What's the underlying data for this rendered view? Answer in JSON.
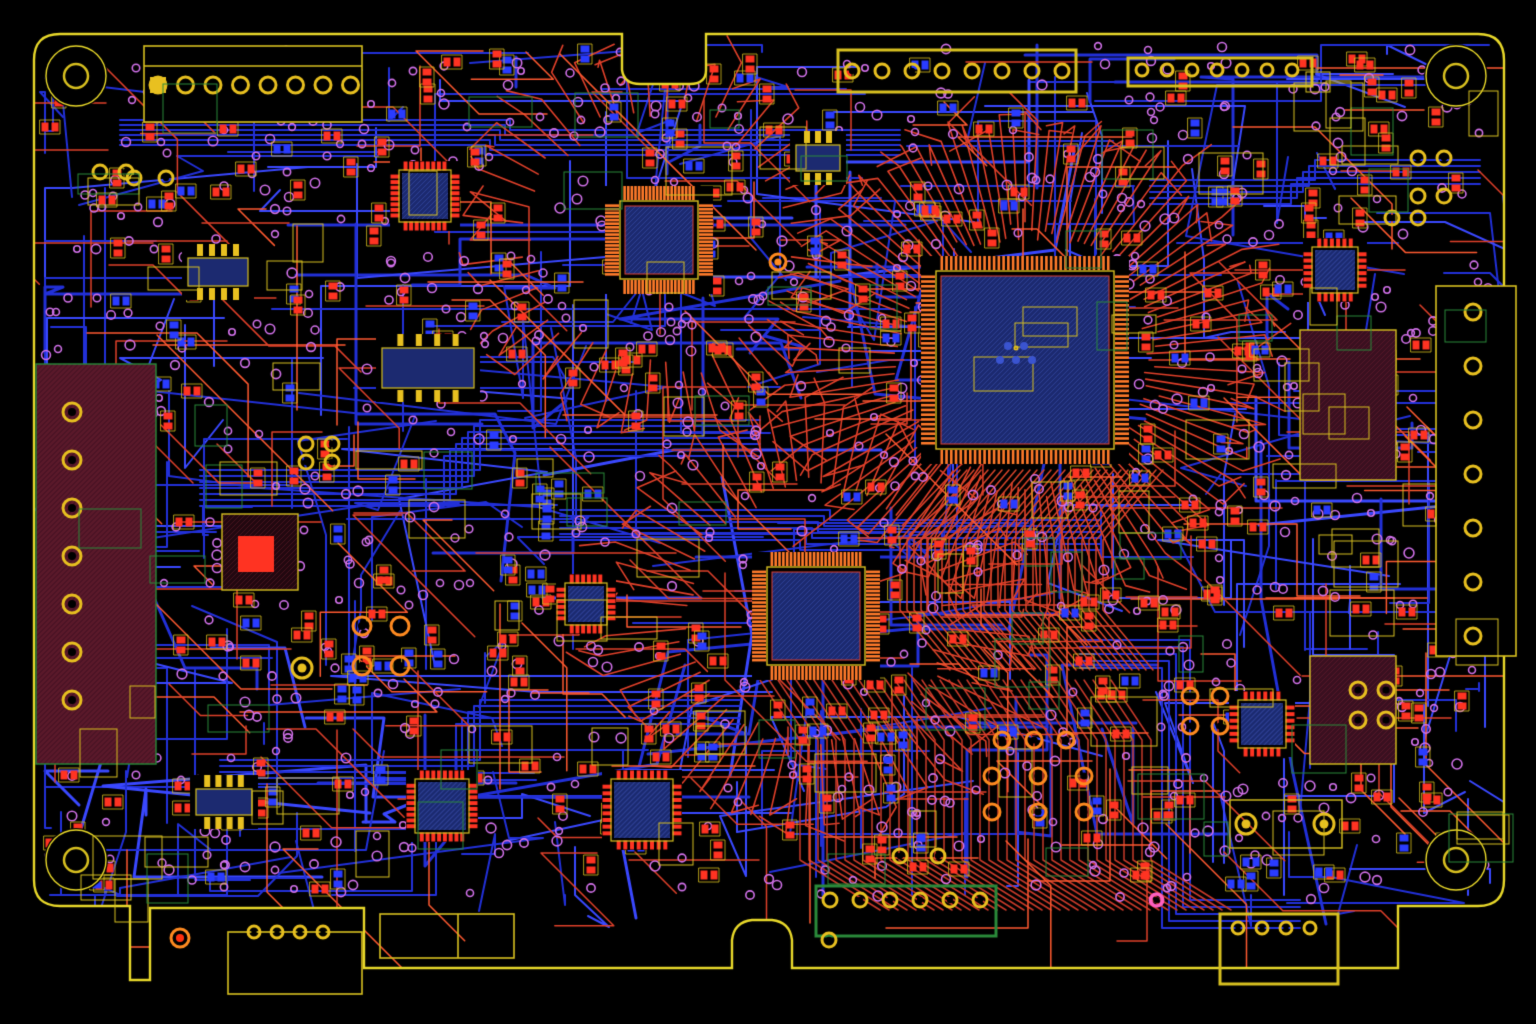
{
  "theme": {
    "background": "#000000",
    "outline": "#e8d82a",
    "silkscreen": "#d8c020",
    "top_copper": "#ff3322",
    "top_trace": "#e0402a",
    "bottom_copper": "#2a3cff",
    "bottom_trace": "#2230d8",
    "via": "#d070e8",
    "pad_gold": "#e8c020",
    "pad_orange": "#ff8a20",
    "pad_magenta": "#ff60c0",
    "ic_body": "#1c2a70",
    "connector_body": "#3a1020",
    "outline_green": "#2a8a3a"
  },
  "board": {
    "shape": "rounded-rectangle-with-notches",
    "mounting_holes": 4
  },
  "components": [
    {
      "name": "main-processor",
      "type": "qfp",
      "pins_per_side": 36
    },
    {
      "name": "secondary-mcu",
      "type": "qfp",
      "pins_per_side": 24
    },
    {
      "name": "tertiary-mcu",
      "type": "qfp",
      "pins_per_side": 20
    },
    {
      "name": "qfn-chip-bottom-left",
      "type": "qfn",
      "pins_per_side": 8
    },
    {
      "name": "qfn-chip-bottom-center",
      "type": "qfn",
      "pins_per_side": 8
    },
    {
      "name": "qfn-chip-top-left",
      "type": "qfn",
      "pins_per_side": 8
    }
  ],
  "connectors": [
    {
      "name": "header-top-left",
      "pins": 8,
      "orientation": "horizontal"
    },
    {
      "name": "header-top-center",
      "pins": 8,
      "orientation": "horizontal"
    },
    {
      "name": "header-top-right",
      "pins": 7,
      "orientation": "horizontal"
    },
    {
      "name": "terminal-left",
      "pins": 7,
      "orientation": "vertical"
    },
    {
      "name": "terminal-right",
      "pins": 7,
      "orientation": "vertical"
    },
    {
      "name": "header-bottom-center",
      "pins": 6,
      "orientation": "horizontal"
    },
    {
      "name": "header-bottom-right",
      "pins": 4,
      "orientation": "horizontal"
    }
  ]
}
